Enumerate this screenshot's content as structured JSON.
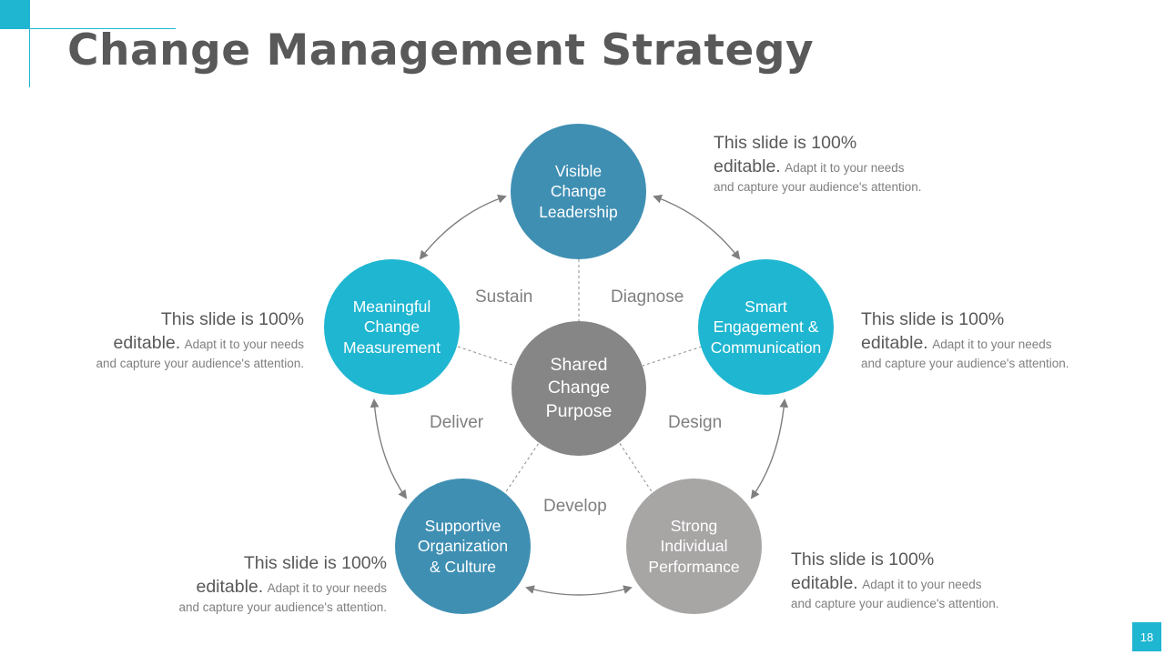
{
  "title": "Change Management Strategy",
  "page_number": "18",
  "colors": {
    "accent_cyan": "#1fb6d1",
    "accent_teal": "#3f8fb3",
    "gray_dark": "#868686",
    "gray_light": "#a8a5a5",
    "title_gray": "#595959"
  },
  "center": "Shared\nChange\nPurpose",
  "nodes": {
    "top": "Visible\nChange\nLeadership",
    "left": "Meaningful\nChange\nMeasurement",
    "right": "Smart\nEngagement &\nCommunication",
    "bottom_left": "Supportive\nOrganization\n& Culture",
    "bottom_right": "Strong\nIndividual\nPerformance"
  },
  "phases": {
    "sustain": "Sustain",
    "diagnose": "Diagnose",
    "deliver": "Deliver",
    "design": "Design",
    "develop": "Develop"
  },
  "notes": {
    "top_right": {
      "line1": "This slide is 100%",
      "line2": "editable.",
      "rest1": "Adapt it to your needs",
      "rest2": "and capture your audience's attention."
    },
    "left": {
      "line1": "This slide is 100%",
      "line2": "editable.",
      "rest1": "Adapt it to your needs",
      "rest2": "and capture your audience's attention."
    },
    "right": {
      "line1": "This slide is 100%",
      "line2": "editable.",
      "rest1": "Adapt it to your needs",
      "rest2": "and capture your audience's attention."
    },
    "bottom_left": {
      "line1": "This slide is 100%",
      "line2": "editable.",
      "rest1": "Adapt it to your needs",
      "rest2": "and capture your audience's attention."
    },
    "bottom_right": {
      "line1": "This slide is 100%",
      "line2": "editable.",
      "rest1": "Adapt it to your needs",
      "rest2": "and capture your audience's attention."
    }
  }
}
